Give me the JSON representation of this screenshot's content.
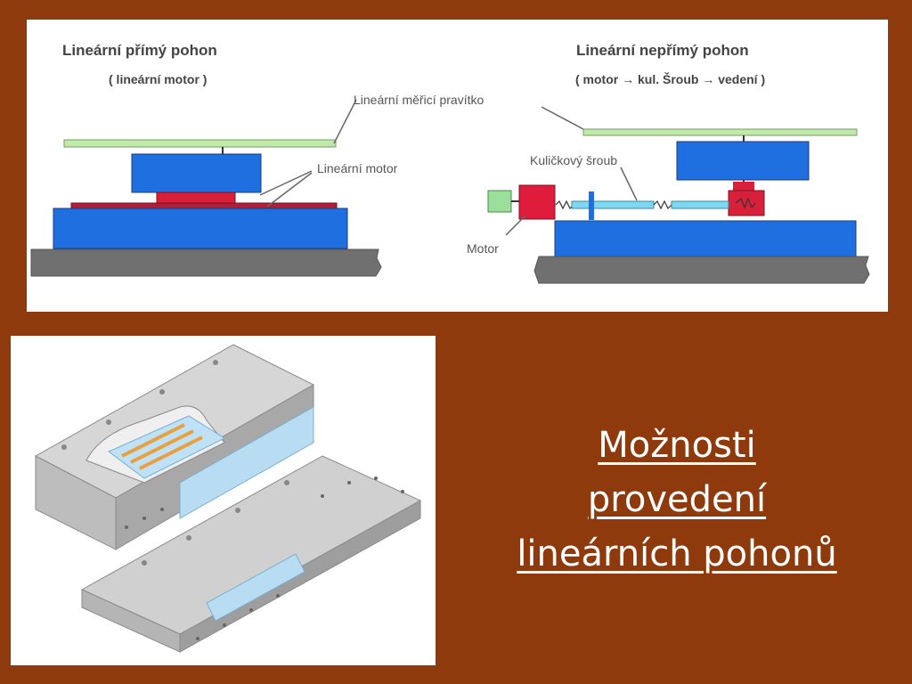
{
  "slide": {
    "title_lines": [
      "Možnosti",
      "provedení",
      "lineárních pohonů"
    ]
  },
  "diagram": {
    "left_title": "Lineární přímý  pohon",
    "left_subtitle": "( lineární motor )",
    "right_title": "Lineární nepřímý  pohon",
    "right_subtitle": "( motor → kul. Šroub → vedení )",
    "label_ruler": "Lineární měřicí pravítko",
    "label_linear_motor": "Lineární motor",
    "label_ball_screw": "Kuličkový šroub",
    "label_motor": "Motor"
  },
  "colors": {
    "background": "#8f3a0c",
    "ruler_green": "#bfeaa8",
    "carriage_blue": "#1f6fe0",
    "motor_red": "#d8203a",
    "screw_cyan": "#7fd8f0",
    "ground_gray": "#707070"
  }
}
